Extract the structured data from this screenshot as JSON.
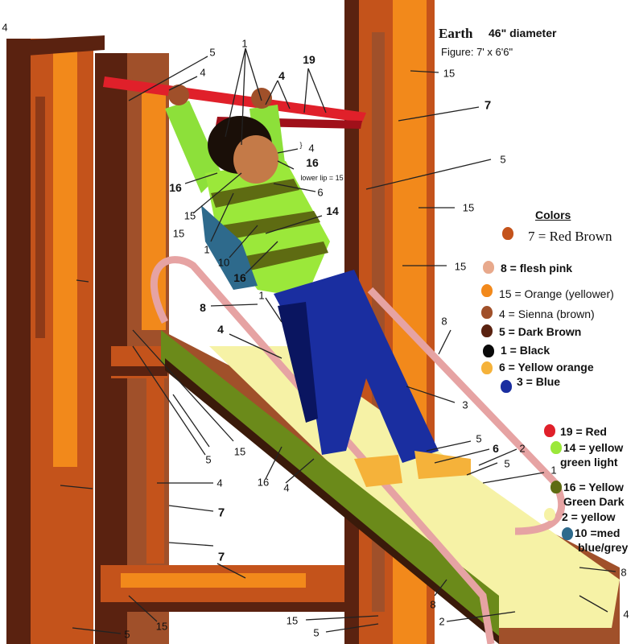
{
  "header": {
    "title": "Earth",
    "subtitle": "46\" diameter",
    "figure_size": "Figure: 7' x 6'6\""
  },
  "legend": {
    "title": "Colors",
    "items": [
      {
        "number": "7",
        "name": "Red Brown",
        "color": "#c4531b"
      },
      {
        "number": "8",
        "name": "flesh pink",
        "color": "#e8a98c"
      },
      {
        "number": "15",
        "name": "Orange (yellower)",
        "color": "#f2891b"
      },
      {
        "number": "4",
        "name": "Sienna (brown)",
        "color": "#a0502a"
      },
      {
        "number": "5",
        "name": "Dark Brown",
        "color": "#5a2210"
      },
      {
        "number": "1",
        "name": "Black",
        "color": "#0a0a0a"
      },
      {
        "number": "6",
        "name": "Yellow orange",
        "color": "#f5b23a"
      },
      {
        "number": "3",
        "name": "Blue",
        "color": "#1a2ea0"
      },
      {
        "number": "19",
        "name": "Red",
        "color": "#e0202a"
      },
      {
        "number": "14",
        "name": "yellow green light",
        "color": "#9be83a"
      },
      {
        "number": "16",
        "name": "Yellow Green Dark",
        "color": "#5e6b12"
      },
      {
        "number": "2",
        "name": "yellow",
        "color": "#f6f2a6"
      },
      {
        "number": "10",
        "name": "med blue/grey",
        "color": "#2e6a8c"
      }
    ],
    "lines": [
      "7 = Red Brown",
      "8 = flesh pink",
      "15 = Orange (yellower)",
      "4 = Sienna (brown)",
      "5 = Dark Brown",
      "1 = Black",
      "6 = Yellow orange",
      "3 = Blue",
      "19 = Red",
      "14 = yellow",
      "green light",
      "16 = Yellow",
      "Green Dark",
      "2 = yellow",
      "10 =med",
      "blue/grey"
    ]
  },
  "callouts": {
    "lower_lip": "lower lip = 15",
    "brace": "}",
    "numbers": [
      "4",
      "5",
      "4",
      "1",
      "19",
      "4",
      "15",
      "7",
      "4",
      "16",
      "6",
      "16",
      "5",
      "15",
      "15",
      "15",
      "14",
      "1",
      "10",
      "16",
      "15",
      "1",
      "8",
      "4",
      "8",
      "3",
      "5",
      "6",
      "2",
      "5",
      "1",
      "5",
      "15",
      "16",
      "4",
      "7",
      "4",
      "7",
      "15",
      "8",
      "15",
      "5",
      "5",
      "8",
      "2",
      "4"
    ]
  }
}
